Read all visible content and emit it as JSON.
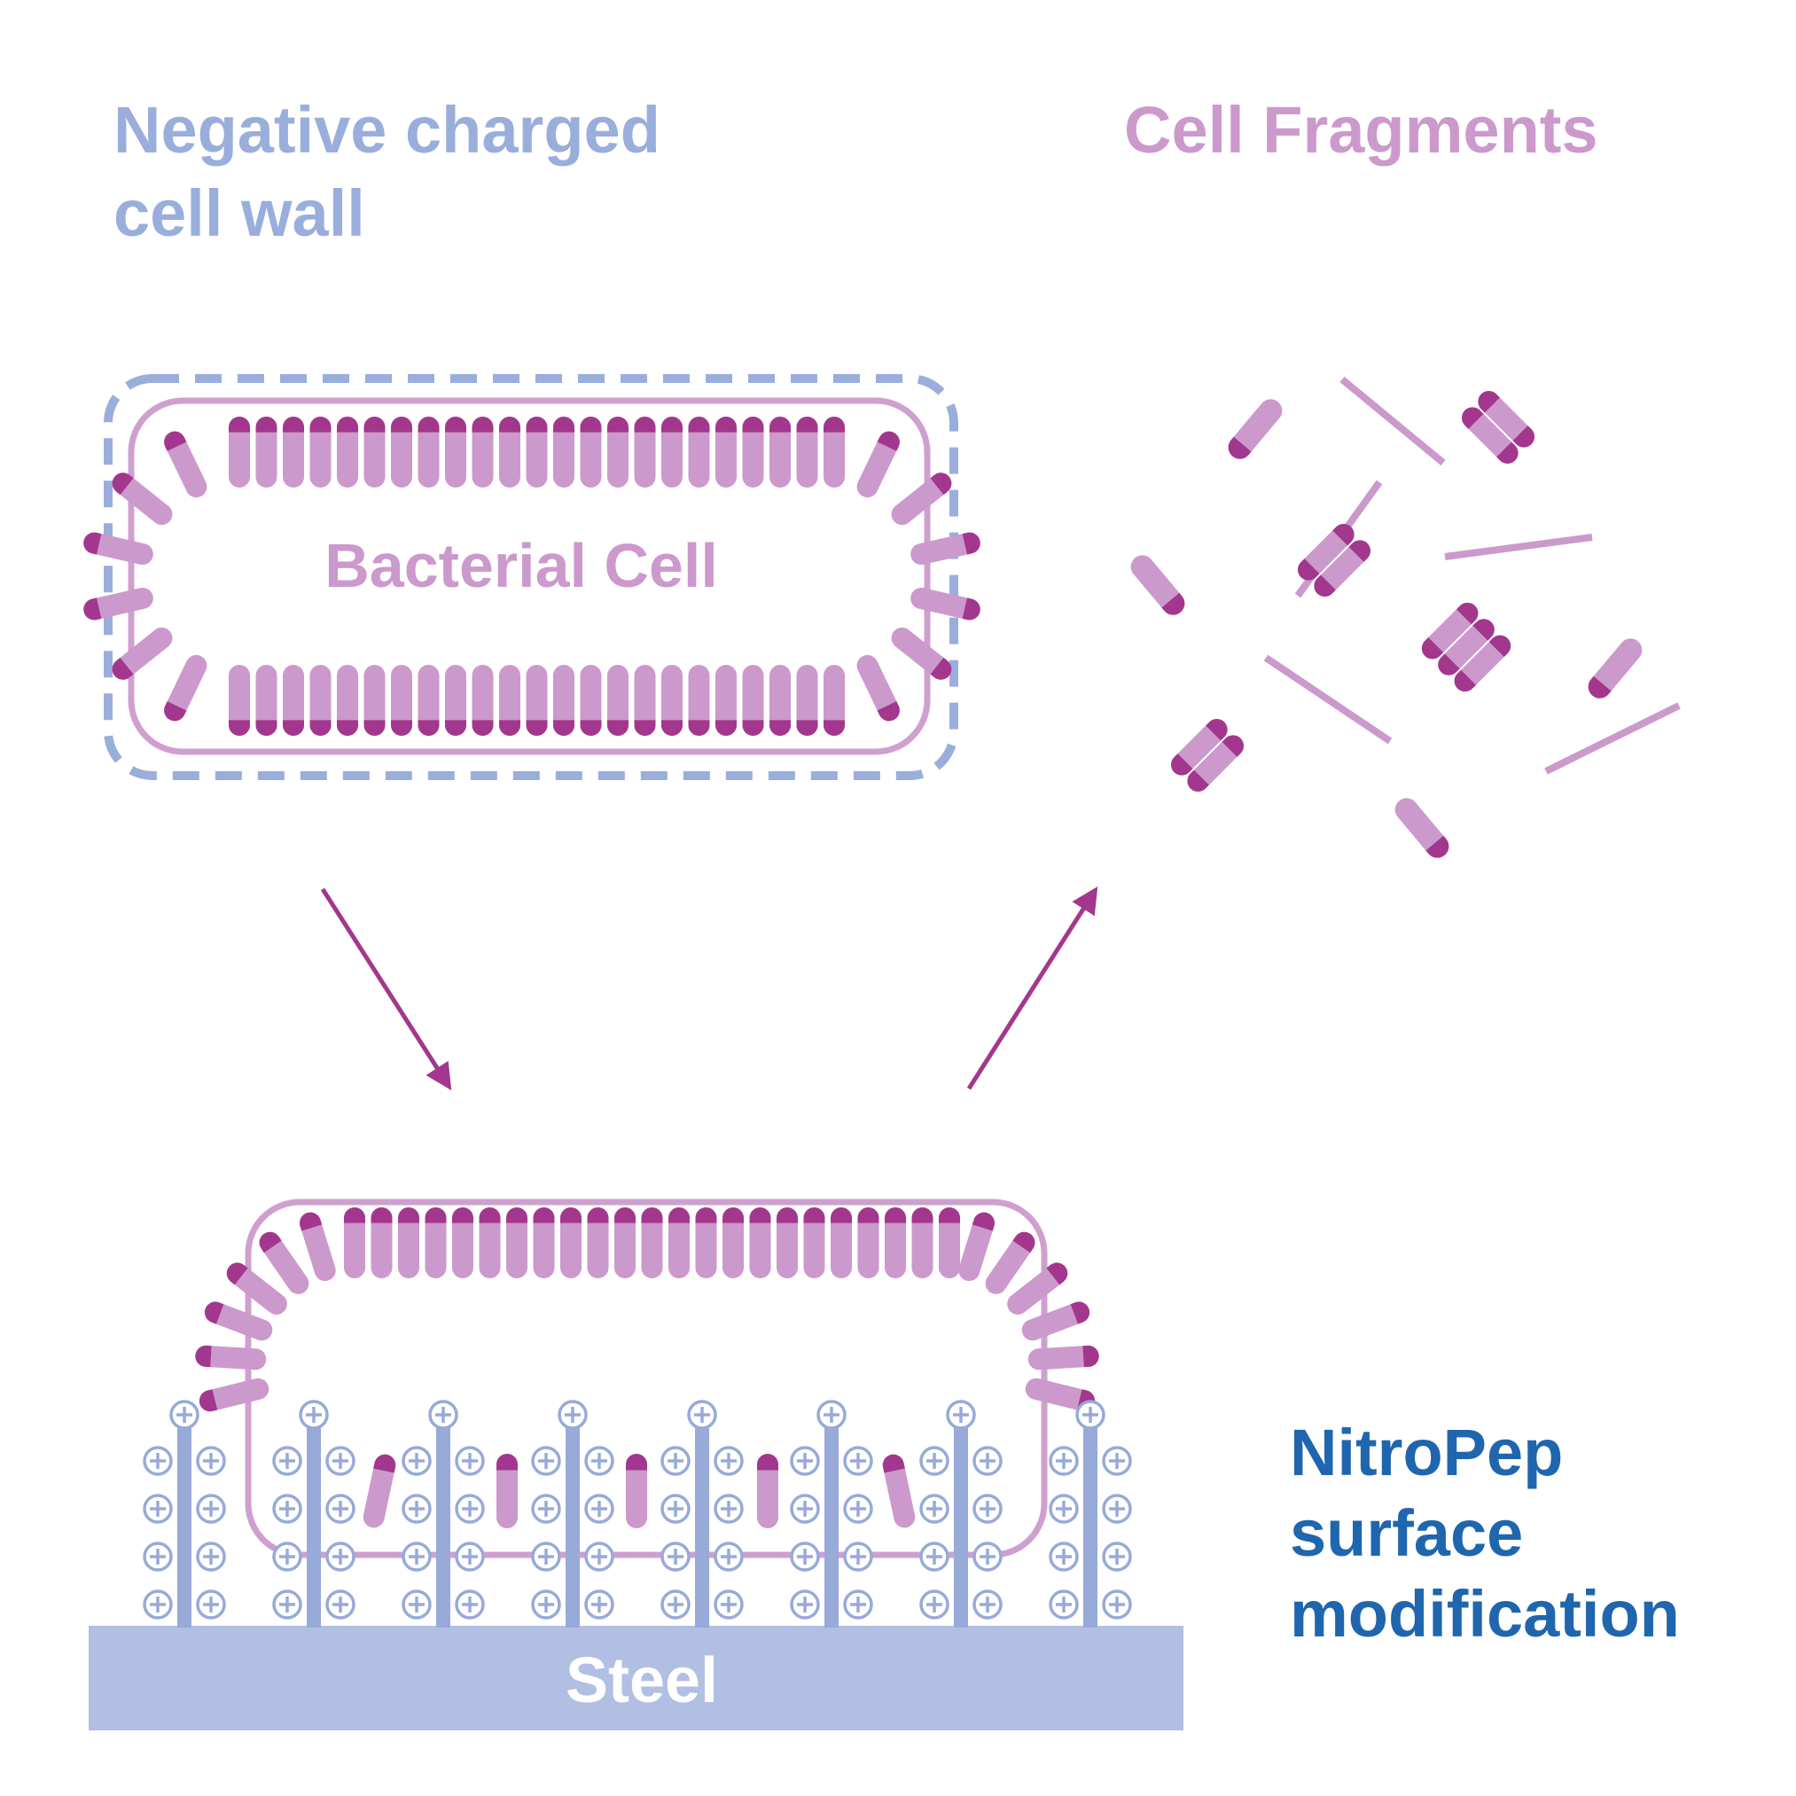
{
  "labels": {
    "cell_wall": [
      "Negative charged",
      "cell wall"
    ],
    "fragments": "Cell Fragments",
    "bacterial_cell": "Bacterial Cell",
    "nitropep": [
      "NitroPep",
      "surface",
      "modification"
    ],
    "steel": "Steel"
  },
  "icons": {
    "charge": "plus-charge-icon",
    "arrows": [
      "arrow-down-icon",
      "arrow-up-icon"
    ]
  },
  "colors": {
    "cell_wall_text": "#9AAEDC",
    "wall_dash": "#9AAEDC",
    "membrane_outline": "#CFA0CF",
    "lipid_body": "#CC99CC",
    "lipid_head": "#A3378D",
    "arrow": "#A3378D",
    "fragments_text": "#CC99CC",
    "bacterial_text": "#CC99CC",
    "nitropep_text": "#1F66AE",
    "peptide": "#97AAD8",
    "steel": "#B0BFE2",
    "steel_text": "#FFFFFF"
  }
}
